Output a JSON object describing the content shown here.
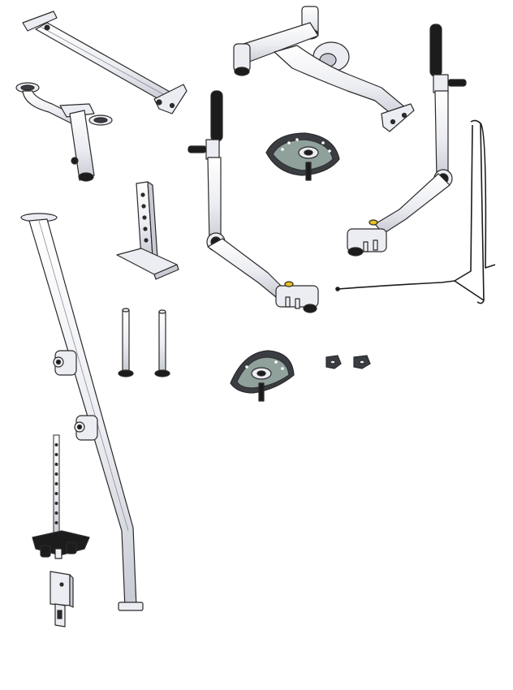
{
  "figure": {
    "kind": "exploded-parts-illustration",
    "background_color": "#ffffff",
    "colors": {
      "metal_fill": "#ecedf2",
      "metal_shade": "#c8cad4",
      "outline": "#2a2a2a",
      "black_part": "#1c1c1c",
      "yellow_knob": "#e8c020",
      "plate_dark": "#3a3d42",
      "plate_glass": "#c9e3d6"
    },
    "parts": [
      {
        "id": "top-crossbar",
        "icon": "straight-bar-with-end-brackets"
      },
      {
        "id": "yoke-bracket",
        "icon": "y-shaped-bracket-with-flanges"
      },
      {
        "id": "seat-back-frame",
        "icon": "bent-frame-with-rollers"
      },
      {
        "id": "left-lever-arm",
        "icon": "bent-arm-with-black-handle"
      },
      {
        "id": "right-lever-arm",
        "icon": "bent-arm-with-black-handle"
      },
      {
        "id": "upper-cam-plate",
        "icon": "perforated-cam-disc"
      },
      {
        "id": "lower-cam-plate",
        "icon": "perforated-cam-disc"
      },
      {
        "id": "adjustment-post",
        "icon": "perforated-post-with-foot"
      },
      {
        "id": "long-upright",
        "icon": "long-slanted-tube"
      },
      {
        "id": "pin-left",
        "icon": "pin-bolt"
      },
      {
        "id": "pin-right",
        "icon": "pin-bolt"
      },
      {
        "id": "nut-left",
        "icon": "hex-nut"
      },
      {
        "id": "nut-right",
        "icon": "hex-nut"
      },
      {
        "id": "selector-rod",
        "icon": "perforated-rod"
      },
      {
        "id": "weight-carriage",
        "icon": "black-carriage-with-knobs"
      },
      {
        "id": "bottom-bracket",
        "icon": "small-plate-bracket"
      },
      {
        "id": "cable-assembly",
        "icon": "looped-cable"
      }
    ]
  }
}
